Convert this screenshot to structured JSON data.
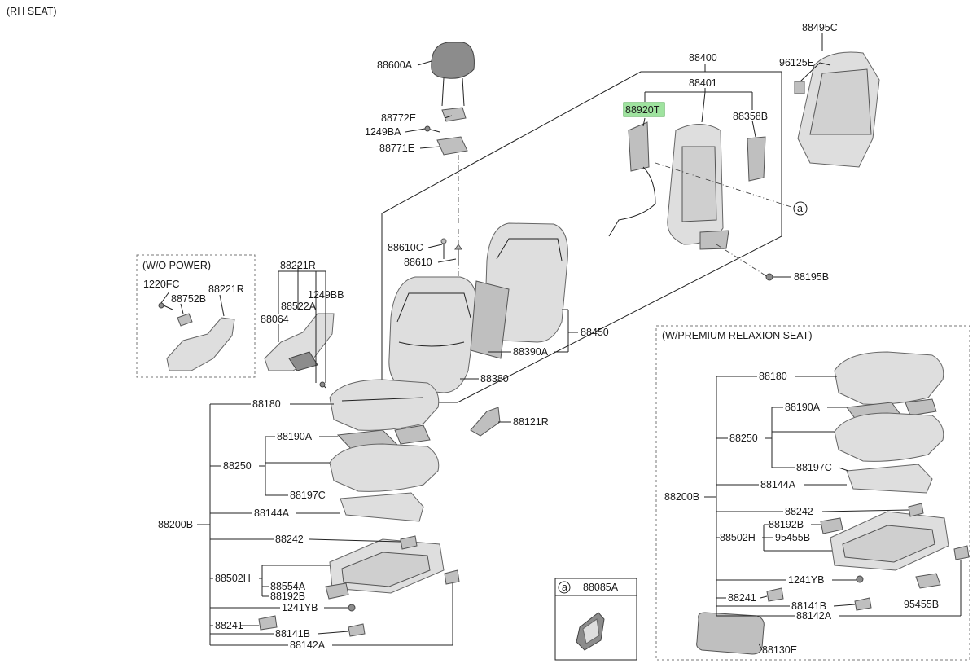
{
  "title": "(RH SEAT)",
  "groups": {
    "wo_power": "(W/O POWER)",
    "premium": "(W/PREMIUM RELAXION SEAT)"
  },
  "legend": {
    "marker": "a",
    "part": "88085A"
  },
  "highlight_color": "#9fe39f",
  "labels": {
    "p88600A": "88600A",
    "p88772E": "88772E",
    "p1249BA": "1249BA",
    "p88771E": "88771E",
    "p88610C": "88610C",
    "p88610": "88610",
    "p88400": "88400",
    "p88401": "88401",
    "p88920T": "88920T",
    "p88358B": "88358B",
    "p88495C": "88495C",
    "p96125E": "96125E",
    "p88195B": "88195B",
    "marker_a": "a",
    "p88450": "88450",
    "p88390A": "88390A",
    "p88380": "88380",
    "p88121R": "88121R",
    "p88221R_top": "88221R",
    "p1249BB": "1249BB",
    "p88522A": "88522A",
    "p88064": "88064",
    "p1220FC": "1220FC",
    "p88752B": "88752B",
    "p88221R_wo": "88221R",
    "l_88180": "88180",
    "l_88190A": "88190A",
    "l_88250": "88250",
    "l_88197C": "88197C",
    "l_88144A": "88144A",
    "l_88200B": "88200B",
    "l_88242": "88242",
    "l_88502H": "88502H",
    "l_88554A": "88554A",
    "l_88192B": "88192B",
    "l_1241YB": "1241YB",
    "l_88241": "88241",
    "l_88141B": "88141B",
    "l_88142A": "88142A",
    "r_88180": "88180",
    "r_88190A": "88190A",
    "r_88250": "88250",
    "r_88197C": "88197C",
    "r_88144A": "88144A",
    "r_88200B": "88200B",
    "r_88242": "88242",
    "r_88192B": "88192B",
    "r_88502H": "88502H",
    "r_95455B_a": "95455B",
    "r_1241YB": "1241YB",
    "r_88241": "88241",
    "r_88141B": "88141B",
    "r_88142A": "88142A",
    "r_95455B_b": "95455B",
    "r_88130E": "88130E"
  }
}
